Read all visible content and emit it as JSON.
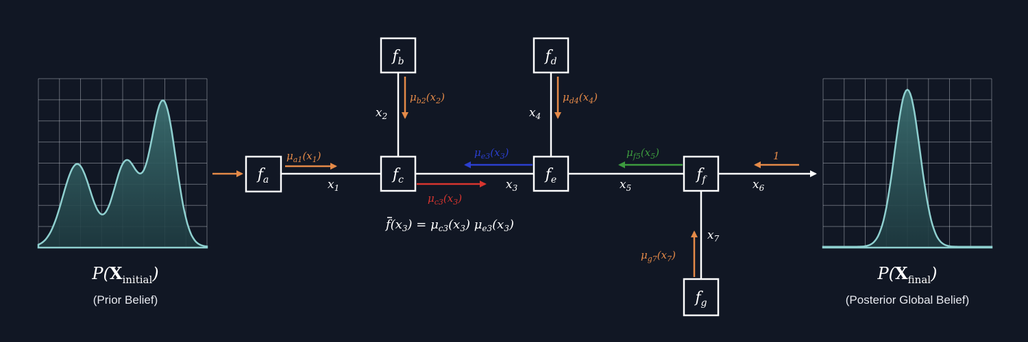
{
  "colors": {
    "background": "#111724",
    "wire": "#ffffff",
    "node_border": "#ffffff",
    "curve": "#8fd0d0",
    "curve_fill": "#2b5457",
    "grid": "#c7ccd4",
    "orange": "#e58a48",
    "red": "#d8352f",
    "blue": "#2b3fcf",
    "green": "#3d9b3f"
  },
  "factors": {
    "fa": {
      "base": "f",
      "sub": "a"
    },
    "fb": {
      "base": "f",
      "sub": "b"
    },
    "fc": {
      "base": "f",
      "sub": "c"
    },
    "fd": {
      "base": "f",
      "sub": "d"
    },
    "fe": {
      "base": "f",
      "sub": "e"
    },
    "ff": {
      "base": "f",
      "sub": "f"
    },
    "fg": {
      "base": "f",
      "sub": "g"
    }
  },
  "variables": {
    "x1": {
      "base": "x",
      "sub": "1"
    },
    "x2": {
      "base": "x",
      "sub": "2"
    },
    "x3": {
      "base": "x",
      "sub": "3"
    },
    "x4": {
      "base": "x",
      "sub": "4"
    },
    "x5": {
      "base": "x",
      "sub": "5"
    },
    "x6": {
      "base": "x",
      "sub": "6"
    },
    "x7": {
      "base": "x",
      "sub": "7"
    }
  },
  "messages": {
    "a1": {
      "mu": "μ",
      "sub": "a1",
      "arg": "(x",
      "argsub": "1",
      "close": ")"
    },
    "b2": {
      "mu": "μ",
      "sub": "b2",
      "arg": "(x",
      "argsub": "2",
      "close": ")"
    },
    "c3": {
      "mu": "μ",
      "sub": "c3",
      "arg": "(x",
      "argsub": "3",
      "close": ")"
    },
    "e3": {
      "mu": "μ",
      "sub": "e3",
      "arg": "(x",
      "argsub": "3",
      "close": ")"
    },
    "d4": {
      "mu": "μ",
      "sub": "d4",
      "arg": "(x",
      "argsub": "4",
      "close": ")"
    },
    "f5": {
      "mu": "μ",
      "sub": "f5",
      "arg": "(x",
      "argsub": "5",
      "close": ")"
    },
    "g7": {
      "mu": "μ",
      "sub": "g7",
      "arg": "(x",
      "argsub": "7",
      "close": ")"
    },
    "one": "1"
  },
  "formula": {
    "lhs_f": "f",
    "lhs_rest": "(x",
    "lhs_sub": "3",
    "equals": ") = ",
    "mu1": "μ",
    "mu1_sub": "c3",
    "mu1_arg": "(x",
    "mu1_argsub": "3",
    "mid": ") ",
    "mu2": "μ",
    "mu2_sub": "e3",
    "mu2_arg": "(x",
    "mu2_argsub": "3",
    "end": ")"
  },
  "prior": {
    "title_p": "P(",
    "title_x": "X",
    "title_sub": "initial",
    "title_close": ")",
    "caption": "(Prior Belief)"
  },
  "posterior": {
    "title_p": "P(",
    "title_x": "X",
    "title_sub": "final",
    "title_close": ")",
    "caption": "(Posterior Global Belief)"
  }
}
